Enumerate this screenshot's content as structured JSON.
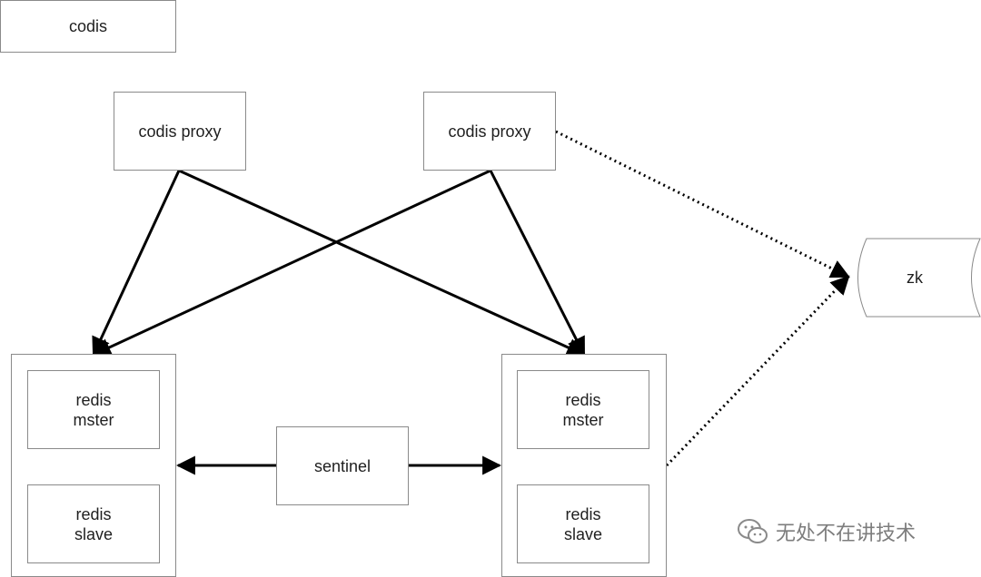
{
  "title_box": {
    "label": "codis"
  },
  "proxies": [
    {
      "label": "codis proxy"
    },
    {
      "label": "codis proxy"
    }
  ],
  "groups": [
    {
      "master": [
        "redis",
        "mster"
      ],
      "slave": [
        "redis",
        "slave"
      ]
    },
    {
      "master": [
        "redis",
        "mster"
      ],
      "slave": [
        "redis",
        "slave"
      ]
    }
  ],
  "sentinel": {
    "label": "sentinel"
  },
  "zk": {
    "label": "zk"
  },
  "watermark": {
    "text": "无处不在讲技术",
    "icon": "wechat-icon"
  },
  "colors": {
    "line": "#000000",
    "border": "#8a8a8a",
    "watermark": "#7d7d7d"
  }
}
